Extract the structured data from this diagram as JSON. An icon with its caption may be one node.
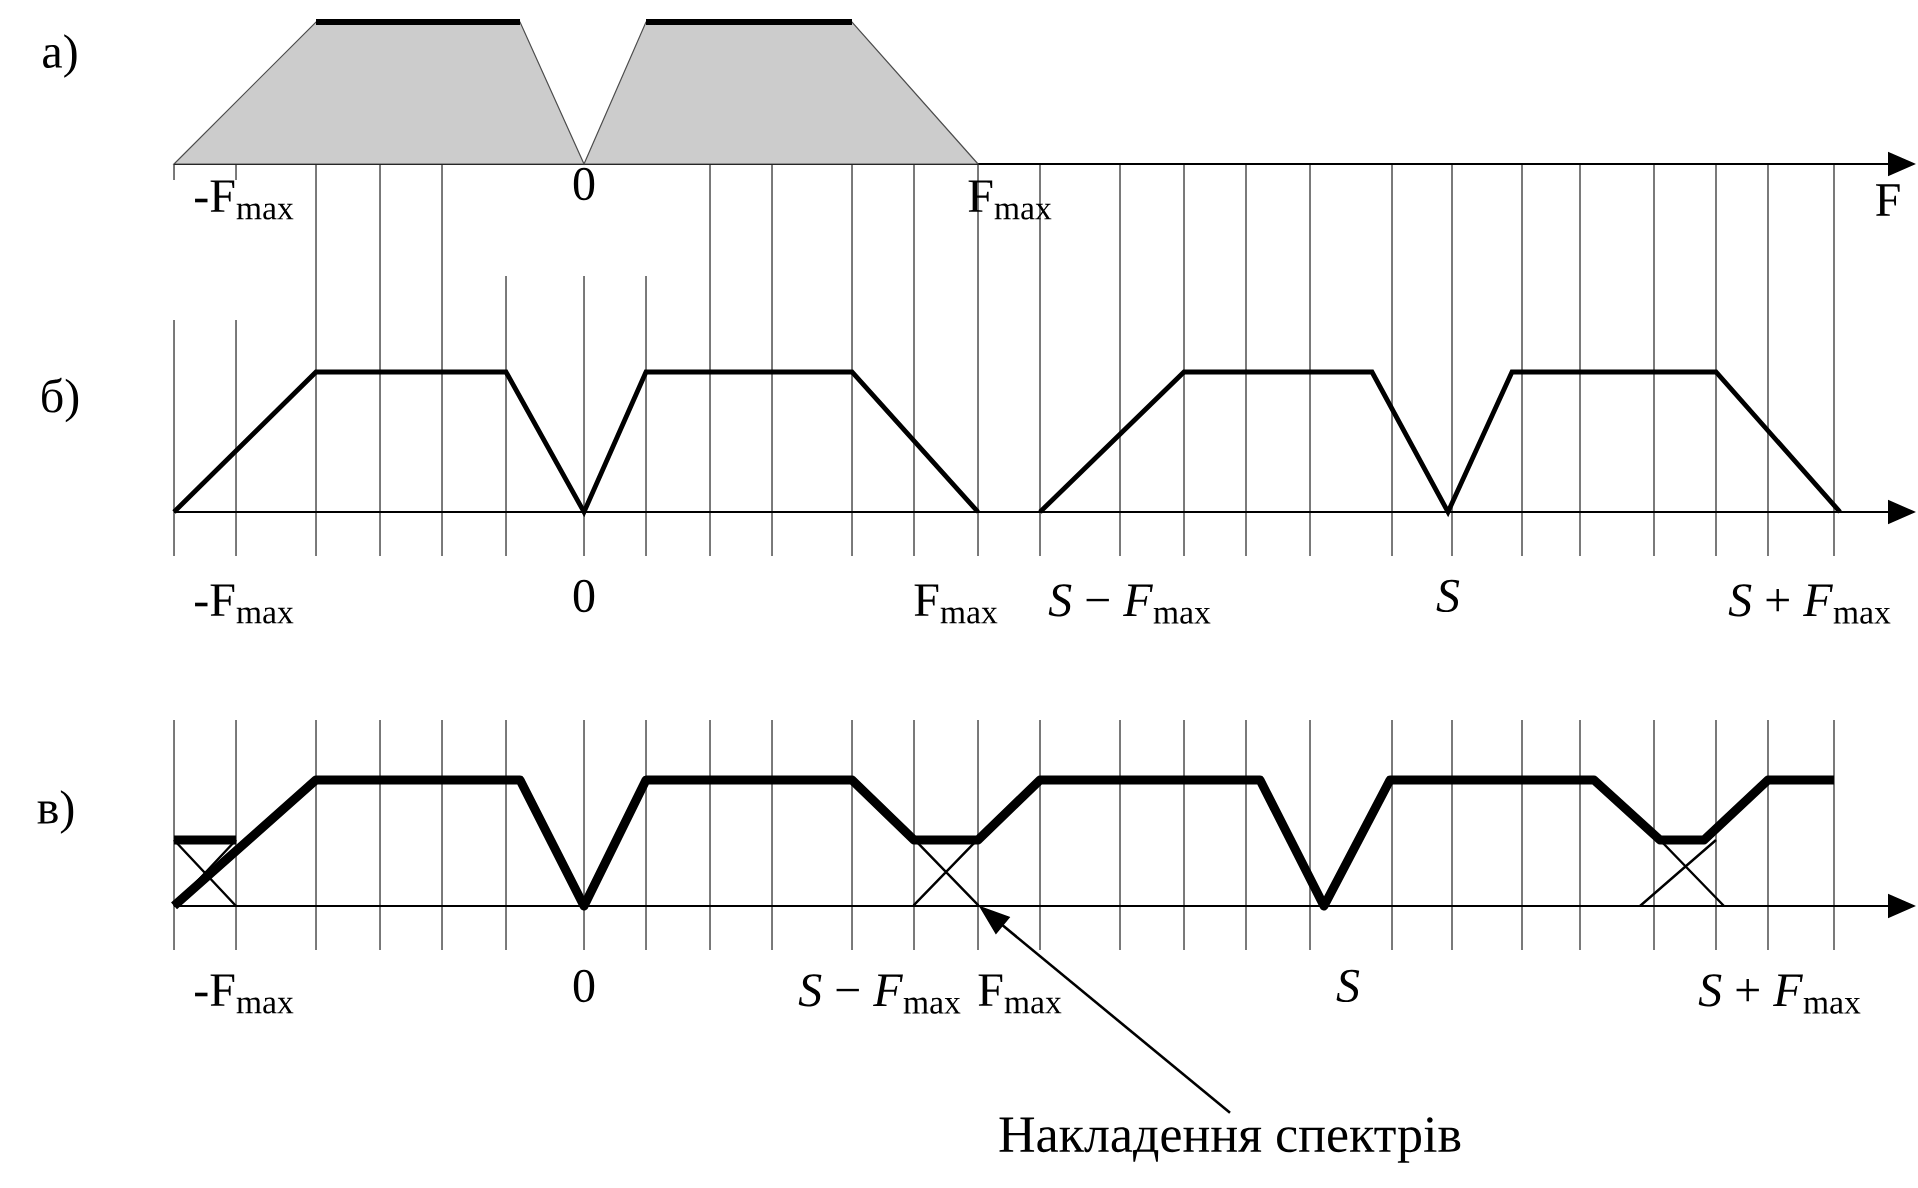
{
  "diagram": {
    "nodes": [
      {
        "text": [
          "Накладення спектрів"
        ]
      },
      {
        "text": [],
        "shape": "cross"
      }
    ],
    "edges": [
      {
        "from": 0,
        "to": 1,
        "arrow": "to"
      }
    ],
    "labels": [
      "а)",
      "-F$_{max}$",
      "0",
      "F$_{max}$",
      "F",
      "б)",
      "-F$_{max}$",
      "0",
      "F$_{max}$",
      "*S* − *F*$_{max}$",
      "*S*",
      "*S* + *F*$_{max}$",
      "в)",
      "-F$_{max}$",
      "0",
      "*S* − *F*$_{max}$",
      "F$_{max}$",
      "*S*",
      "*S* + *F*$_{max}$"
    ]
  }
}
